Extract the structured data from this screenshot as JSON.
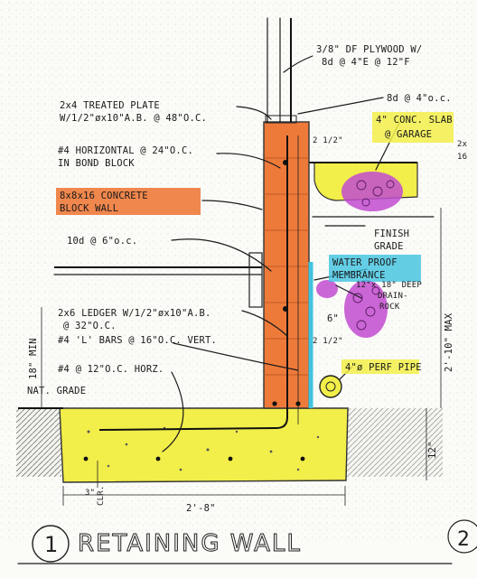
{
  "sheet": {
    "detail_number": "1",
    "title": "RETAINING WALL",
    "partial_detail_number": "2"
  },
  "colors": {
    "block_wall": "#ee7a3a",
    "footing_slab": "#f2ee4a",
    "membrane": "#3fc3e0",
    "drain_rock": "#c24bd0",
    "ink": "#1a1a1a"
  },
  "labels": {
    "plywood": [
      "3/8\" DF PLYWOOD W/",
      "8d @ 4\"E @ 12\"F"
    ],
    "nailing_top": "8d @ 4\"o.c.",
    "treated_plate": [
      "2x4 TREATED PLATE",
      "W/1/2\"øx10\"A.B. @ 48\"O.C."
    ],
    "conc_slab": [
      "4\" CONC. SLAB",
      "@ GARAGE"
    ],
    "slab_edge": [
      "2x",
      "16"
    ],
    "plate_dim": "2 1/2\"",
    "horizontal": [
      "#4 HORIZONTAL @ 24\"O.C.",
      "IN BOND BLOCK"
    ],
    "block_wall": [
      "8x8x16 CONCRETE",
      "BLOCK WALL"
    ],
    "finish_grade": [
      "FINISH",
      "GRADE"
    ],
    "nailing_mid": "10d @ 6\"o.c.",
    "membrane": [
      "WATER PROOF",
      "MEMBRANCE"
    ],
    "drain_rock": [
      "12\"x 18\" DEEP",
      "DRAIN-",
      "ROCK"
    ],
    "ledger": [
      "2x6 LEDGER W/1/2\"øx10\"A.B.",
      "@ 32\"O.C."
    ],
    "vert_bars": "#4 'L' BARS @ 16\"O.C. VERT.",
    "horz_bars": "#4 @ 12\"O.C. HORZ.",
    "dim_6": "6\"",
    "dim_2half": "2 1/2\"",
    "dim_wall_height": "2'-10\" MAX",
    "dim_18min": "18\" MIN",
    "perf_pipe": "4\"ø PERF PIPE",
    "nat_grade": "NAT. GRADE",
    "dim_12": "12\"",
    "dim_3clr": [
      "3\"",
      "CLR."
    ],
    "dim_footing": "2'-8\""
  }
}
